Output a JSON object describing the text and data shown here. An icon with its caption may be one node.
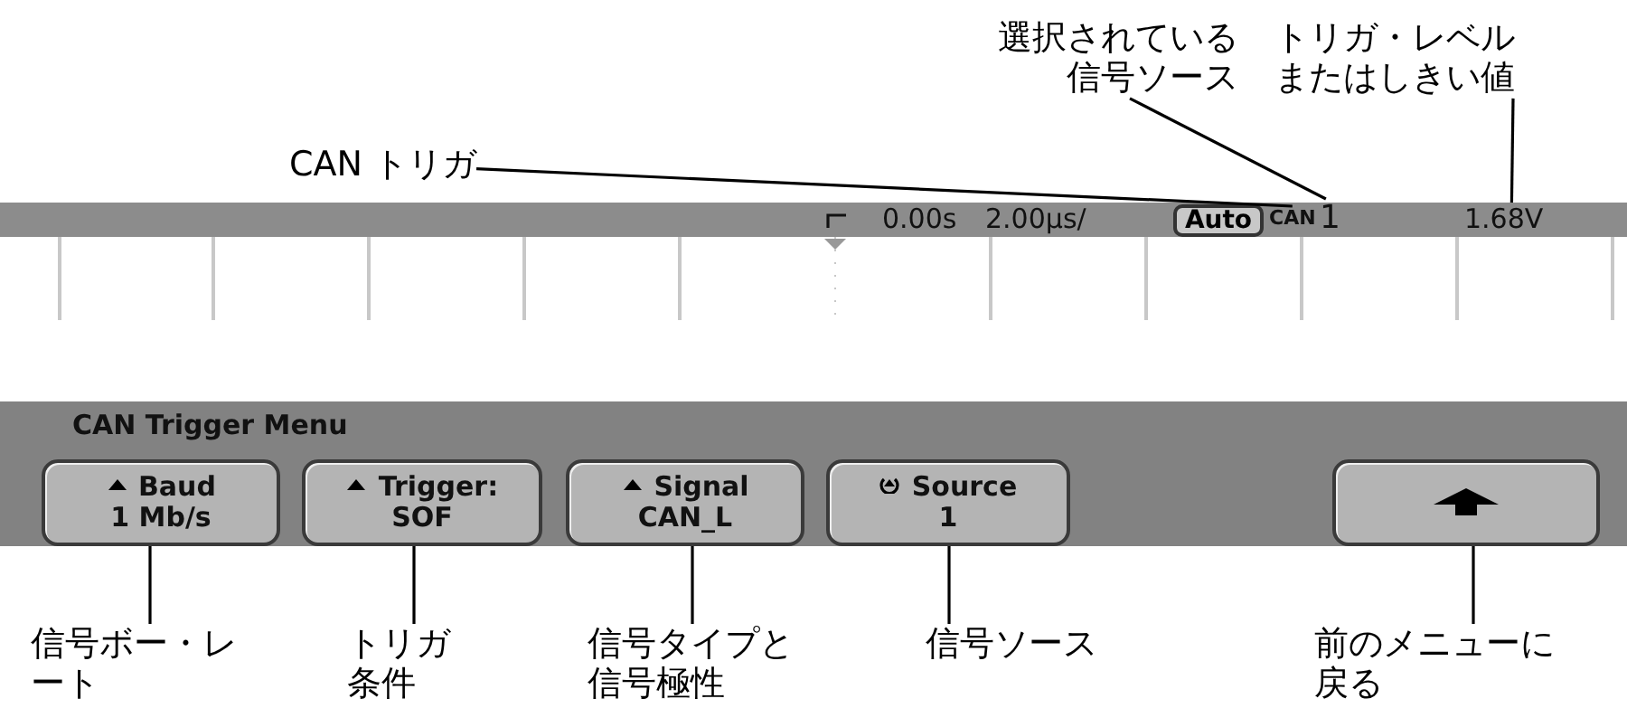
{
  "diagram": {
    "nodes": [
      {
        "text": [
          "CAN トリガ"
        ]
      },
      {
        "text": [
          "選択されている信号ソース"
        ]
      },
      {
        "text": [
          "トリガ・レベルまたはしきい値"
        ]
      },
      {
        "text": [
          "Auto"
        ]
      },
      {
        "text": [
          "CAN"
        ]
      },
      {
        "text": [
          "1"
        ]
      },
      {
        "text": [
          "1.68V"
        ]
      },
      {
        "text": [
          "CAN Trigger Menu"
        ]
      },
      {
        "text": [
          "Baud",
          "1 Mb/s"
        ],
        "in": 7
      },
      {
        "text": [
          "Trigger:",
          "SOF"
        ],
        "in": 7
      },
      {
        "text": [
          "Signal",
          "CAN_L"
        ],
        "in": 7
      },
      {
        "text": [
          "Source",
          "1"
        ],
        "in": 7
      },
      {
        "text": [],
        "shape": "box",
        "in": 7
      },
      {
        "text": [
          "信号ボー・レート"
        ]
      },
      {
        "text": [
          "トリガ条件"
        ]
      },
      {
        "text": [
          "信号タイプと信号極性"
        ]
      },
      {
        "text": [
          "信号ソース"
        ]
      },
      {
        "text": [
          "前のメニューに戻る"
        ]
      }
    ],
    "edges": [
      {
        "from": 0,
        "to": 4,
        "arrow": "none"
      },
      {
        "from": 1,
        "to": 5,
        "arrow": "none"
      },
      {
        "from": 2,
        "to": 6,
        "arrow": "none"
      },
      {
        "from": 13,
        "to": 8,
        "arrow": "none"
      },
      {
        "from": 14,
        "to": 9,
        "arrow": "none"
      },
      {
        "from": 15,
        "to": 10,
        "arrow": "none"
      },
      {
        "from": 16,
        "to": 11,
        "arrow": "none"
      },
      {
        "from": 17,
        "to": 12,
        "arrow": "none"
      }
    ],
    "labels": [
      "0.00s",
      "2.00µs/"
    ]
  }
}
